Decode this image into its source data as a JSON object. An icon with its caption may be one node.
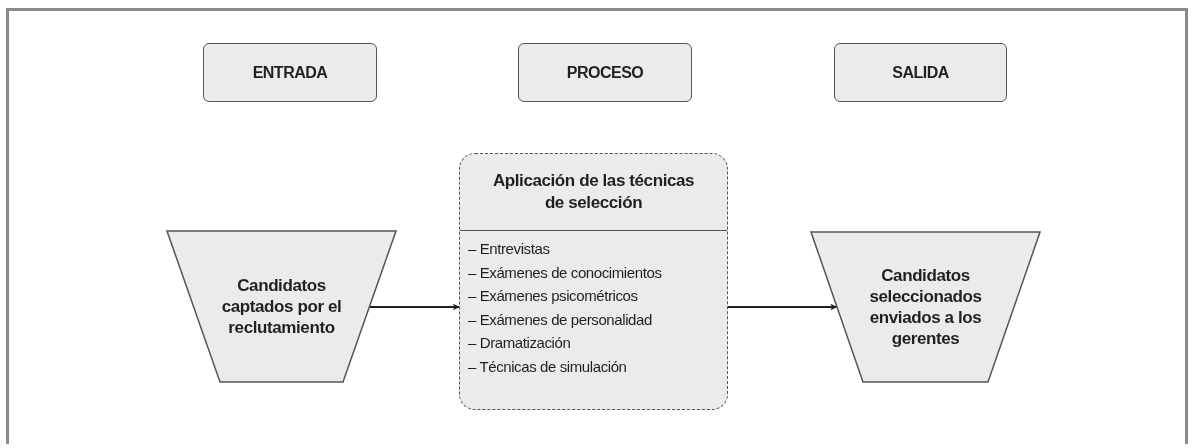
{
  "diagram": {
    "nodes": [
      {
        "text": [
          "ENTRADA"
        ]
      },
      {
        "text": [
          "PROCESO"
        ]
      },
      {
        "text": [
          "SALIDA"
        ]
      },
      {
        "text": [
          "Candidatos captados por el reclutamiento"
        ]
      },
      {
        "text": [
          "Aplicación de las técnicas de selección",
          "– Entrevistas",
          "– Exámenes de conocimientos",
          "– Exámenes psicométricos",
          "– Exámenes de personalidad",
          "– Dramatización",
          "– Técnicas de simulación"
        ]
      },
      {
        "text": [
          "Candidatos seleccionados enviados a los gerentes"
        ]
      }
    ],
    "edges": [
      {
        "from": 3,
        "to": 4,
        "arrow": "to"
      },
      {
        "from": 4,
        "to": 5,
        "arrow": "to"
      }
    ]
  }
}
